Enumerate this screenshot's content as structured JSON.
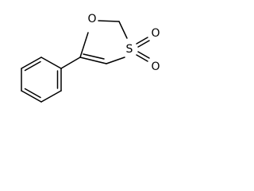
{
  "molecule": {
    "atoms": {
      "ring_oxygen": "O",
      "sulfur": "S",
      "sulfonyl_oxygen_top": "O",
      "sulfonyl_oxygen_bottom": "O"
    }
  },
  "colors": {
    "bond": "#000000",
    "background": "#ffffff"
  }
}
